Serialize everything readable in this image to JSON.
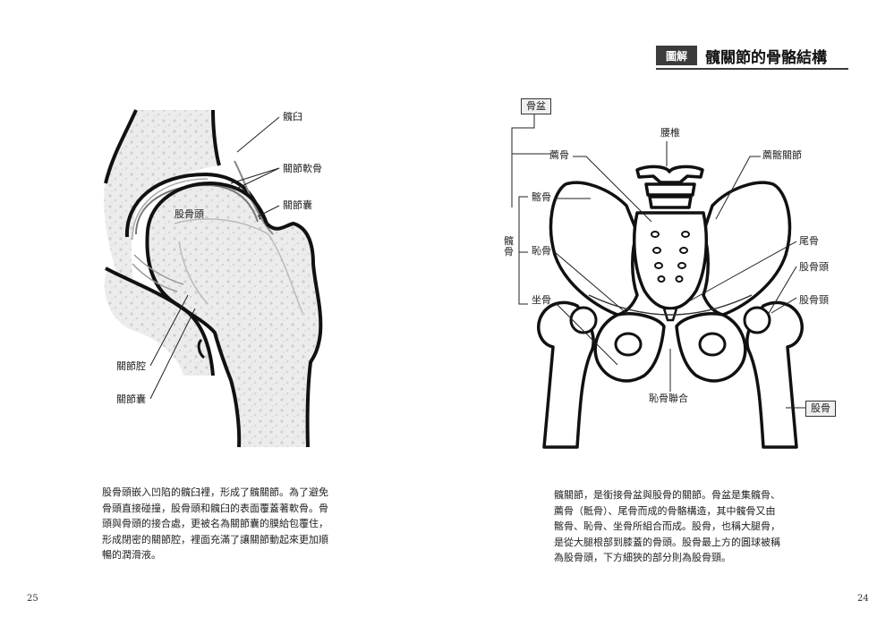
{
  "header": {
    "badge": "圖解",
    "title": "髖關節的骨骼結構"
  },
  "left_diagram": {
    "labels": {
      "acetabulum": "髖臼",
      "cartilage": "關節軟骨",
      "capsule_top": "關節囊",
      "femoral_head": "股骨頭",
      "cavity": "關節腔",
      "capsule_bottom": "關節囊"
    }
  },
  "right_diagram": {
    "labels": {
      "pelvis": "骨盆",
      "lumbar": "腰椎",
      "sacrum": "薦骨",
      "sacroiliac": "薦髂關節",
      "ilium": "髂骨",
      "coxal": "髖骨",
      "pubis": "恥骨",
      "coccyx": "尾骨",
      "femoral_head": "股骨頭",
      "ischium": "坐骨",
      "femoral_neck": "股骨頸",
      "symphysis": "恥骨聯合",
      "femur": "股骨"
    }
  },
  "text": {
    "left_paragraph": [
      "股骨頭嵌入凹陷的髖臼裡，形成了髖關節。為了避免",
      "骨頭直接碰撞，股骨頭和髖臼的表面覆蓋著軟骨。骨",
      "頭與骨頭的接合處，更被名為關節囊的膜給包覆住，",
      "形成閉密的關節腔，裡面充滿了讓關節動起來更加順",
      "暢的潤滑液。"
    ],
    "right_paragraph": [
      "髖關節，是銜接骨盆與股骨的關節。骨盆是集髖骨、",
      "薦骨（骶骨）、尾骨而成的骨骼構造，其中髖骨又由",
      "髂骨、恥骨、坐骨所組合而成。股骨，也稱大腿骨，",
      "是從大腿根部到膝蓋的骨頭。股骨最上方的圓球被稱",
      "為股骨頭，下方細狹的部分則為股骨頸。"
    ]
  },
  "page_numbers": {
    "left": "25",
    "right": "24"
  }
}
